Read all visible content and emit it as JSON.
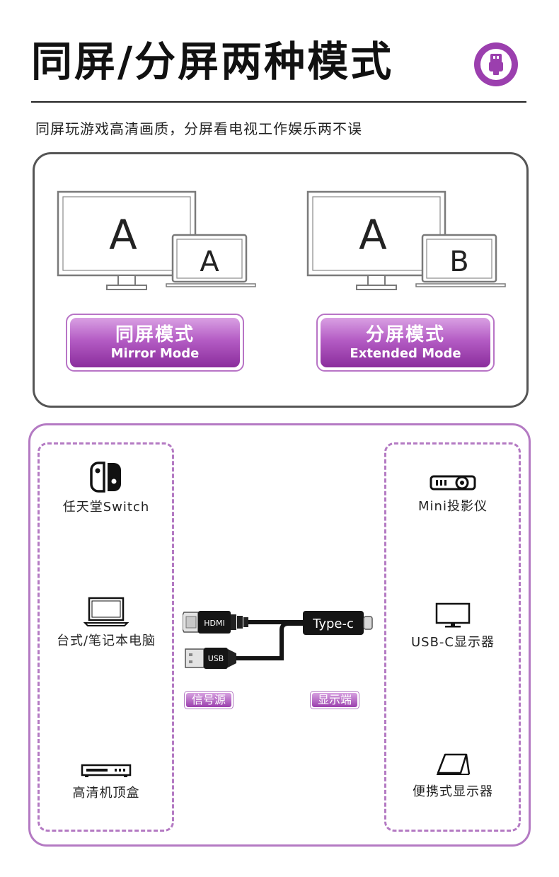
{
  "header": {
    "title": "同屏/分屏两种模式",
    "subtitle": "同屏玩游戏高清画质，分屏看电视工作娱乐两不误"
  },
  "modes": [
    {
      "monitor_letter": "A",
      "laptop_letter": "A",
      "label_cn": "同屏模式",
      "label_en": "Mirror Mode"
    },
    {
      "monitor_letter": "A",
      "laptop_letter": "B",
      "label_cn": "分屏模式",
      "label_en": "Extended Mode"
    }
  ],
  "sources": [
    {
      "icon": "switch-icon",
      "label": "任天堂Switch"
    },
    {
      "icon": "laptop-icon",
      "label": "台式/笔记本电脑"
    },
    {
      "icon": "settop-box-icon",
      "label": "高清机顶盒"
    }
  ],
  "displays": [
    {
      "icon": "projector-icon",
      "label": "Mini投影仪"
    },
    {
      "icon": "monitor-icon",
      "label": "USB-C显示器"
    },
    {
      "icon": "portable-display-icon",
      "label": "便携式显示器"
    }
  ],
  "cable": {
    "hdmi_label": "HDMI",
    "usb_label": "USB",
    "typec_label": "Type-c"
  },
  "tags": {
    "source": "信号源",
    "display": "显示端"
  },
  "colors": {
    "accent": "#9b3fae",
    "frame_border": "#555555",
    "dashed_border": "#b47ac3"
  }
}
